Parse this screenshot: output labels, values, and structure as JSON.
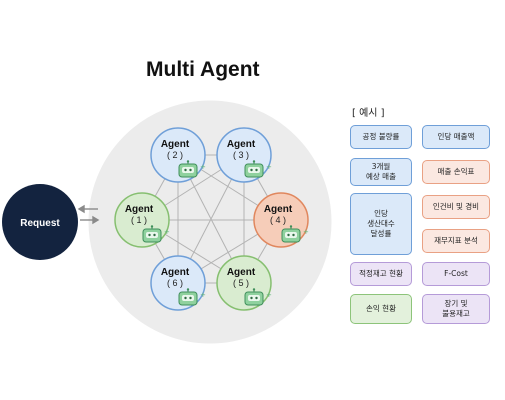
{
  "title": "Multi Agent",
  "request": {
    "label": "Request"
  },
  "agents": [
    {
      "label": "Agent",
      "number": "( 1 )",
      "color": "green"
    },
    {
      "label": "Agent",
      "number": "( 2 )",
      "color": "blue"
    },
    {
      "label": "Agent",
      "number": "( 3 )",
      "color": "blue"
    },
    {
      "label": "Agent",
      "number": "( 4 )",
      "color": "orange"
    },
    {
      "label": "Agent",
      "number": "( 5 )",
      "color": "green"
    },
    {
      "label": "Agent",
      "number": "( 6 )",
      "color": "blue"
    }
  ],
  "examples": {
    "title": "[ 예시 ]",
    "items": [
      {
        "text": "공정 불량률",
        "color": "blue"
      },
      {
        "text": "인당 매출액",
        "color": "blue"
      },
      {
        "text": "3개월\n예상 매출",
        "color": "blue"
      },
      {
        "text": "매출 손익표",
        "color": "orange"
      },
      {
        "text": "인당\n생산대수\n달성률",
        "color": "blue"
      },
      {
        "text": "인건비 및 경비",
        "color": "orange"
      },
      {
        "text": "재무지표 분석",
        "color": "orange"
      },
      {
        "text": "적정재고 현황",
        "color": "purple"
      },
      {
        "text": "F-Cost",
        "color": "purple"
      },
      {
        "text": "손익 현황",
        "color": "green"
      },
      {
        "text": "장기 및\n불용재고",
        "color": "purple"
      }
    ]
  },
  "colors": {
    "request_bg": "#13233f",
    "blue_fill": "#dbe9f9",
    "blue_stroke": "#6f9fd8",
    "green_fill": "#d9ecd0",
    "green_stroke": "#86bf70",
    "orange_fill": "#f6cdb9",
    "orange_stroke": "#e0875e",
    "group_circle": "#ececec",
    "robot_body": "#8fd19e",
    "robot_stroke": "#3f8f5b"
  }
}
